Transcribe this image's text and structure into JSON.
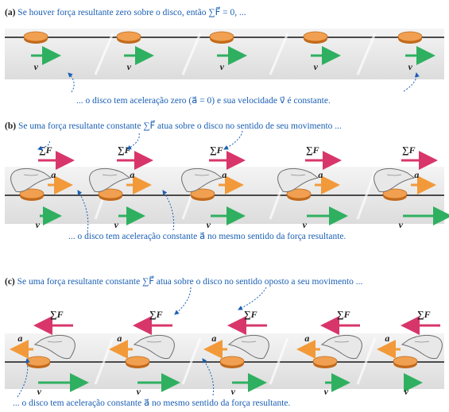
{
  "colors": {
    "caption_text": "#1a5fb4",
    "disk": "#f0a050",
    "disk_edge": "#c26a1c",
    "velocity_arrow": "#2fb060",
    "acceleration_arrow": "#f29a3a",
    "force_arrow": "#d8366a",
    "table_line": "#4a4a4a",
    "hand": "#e8e8e8"
  },
  "panels": [
    {
      "caption_prefix": "(a)",
      "caption_text": "Se houver força resultante zero sobre o disco, então ∑F⃗ = 0, ...",
      "note": "... o disco tem aceleração zero (a⃗ = 0) e sua velocidade v⃗ é constante.",
      "velocity_label": "v⃗"
    },
    {
      "caption_prefix": "(b)",
      "caption_text": "Se uma força resultante constante ∑F⃗ atua sobre o disco no sentido de seu movimento ...",
      "note": "... o disco tem aceleração constante a⃗ no mesmo sentido da força resultante.",
      "force_label": "∑F⃗",
      "accel_label": "a⃗",
      "velocity_label": "v⃗"
    },
    {
      "caption_prefix": "(c)",
      "caption_text": "Se uma força resultante constante ∑F⃗ atua sobre o disco no sentido oposto a seu movimento ...",
      "note": "... o disco tem aceleração constante a⃗ no mesmo sentido da força resultante.",
      "force_label": "∑F⃗",
      "accel_label": "a⃗",
      "velocity_label": "v⃗"
    }
  ]
}
